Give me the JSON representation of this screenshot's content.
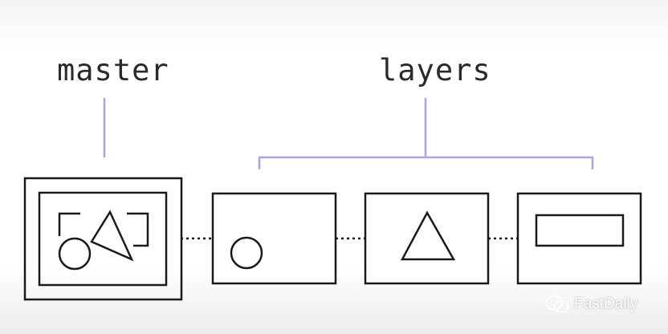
{
  "labels": {
    "master": "master",
    "layers": "layers"
  },
  "watermark": {
    "text": "FastDaily",
    "icon": "wechat-icon"
  },
  "colors": {
    "stroke": "#1a1a1a",
    "bracket": "#a9a2e6",
    "background": "#ffffff",
    "watermark_text": "#ffffff"
  },
  "nodes": [
    {
      "id": "master",
      "content": "square-triangle-circle",
      "frame": "stamp-wavy-border"
    },
    {
      "id": "layer-1",
      "content": "circle"
    },
    {
      "id": "layer-2",
      "content": "triangle"
    },
    {
      "id": "layer-3",
      "content": "rectangle"
    }
  ],
  "connectors": [
    {
      "from": "master",
      "to": "layer-1",
      "style": "dotted"
    },
    {
      "from": "layer-1",
      "to": "layer-2",
      "style": "dotted"
    },
    {
      "from": "layer-2",
      "to": "layer-3",
      "style": "dotted"
    }
  ]
}
